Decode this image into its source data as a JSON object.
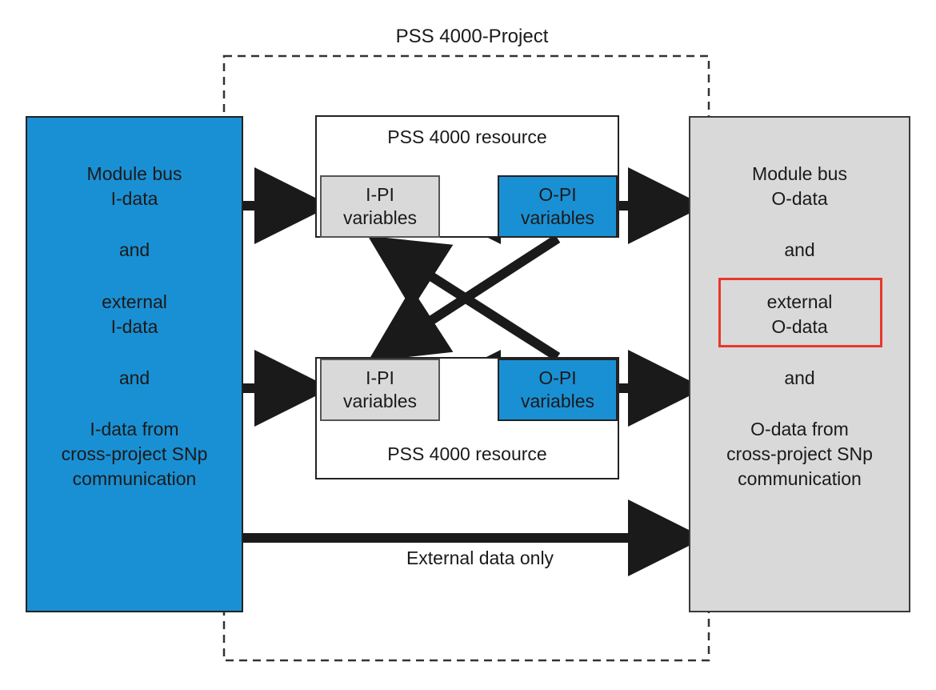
{
  "title": "PSS 4000-Project",
  "left_block": {
    "lines": [
      "Module bus",
      "I-data",
      "and",
      "external",
      "I-data",
      "and",
      "I-data from",
      "cross-project SNp",
      "communication"
    ]
  },
  "right_block": {
    "lines": [
      "Module bus",
      "O-data",
      "and",
      "external",
      "O-data",
      "and",
      "O-data from",
      "cross-project SNp",
      "communication"
    ]
  },
  "resource_top": {
    "label": "PSS 4000 resource",
    "ipi": [
      "I-PI",
      "variables"
    ],
    "opi": [
      "O-PI",
      "variables"
    ]
  },
  "resource_bottom": {
    "label": "PSS 4000 resource",
    "ipi": [
      "I-PI",
      "variables"
    ],
    "opi": [
      "O-PI",
      "variables"
    ]
  },
  "external_data_label": "External data only",
  "colors": {
    "blue": "#1a90d4",
    "gray": "#d9d9d9",
    "arrow": "#1a1a1a",
    "highlight": "#e8372a"
  }
}
